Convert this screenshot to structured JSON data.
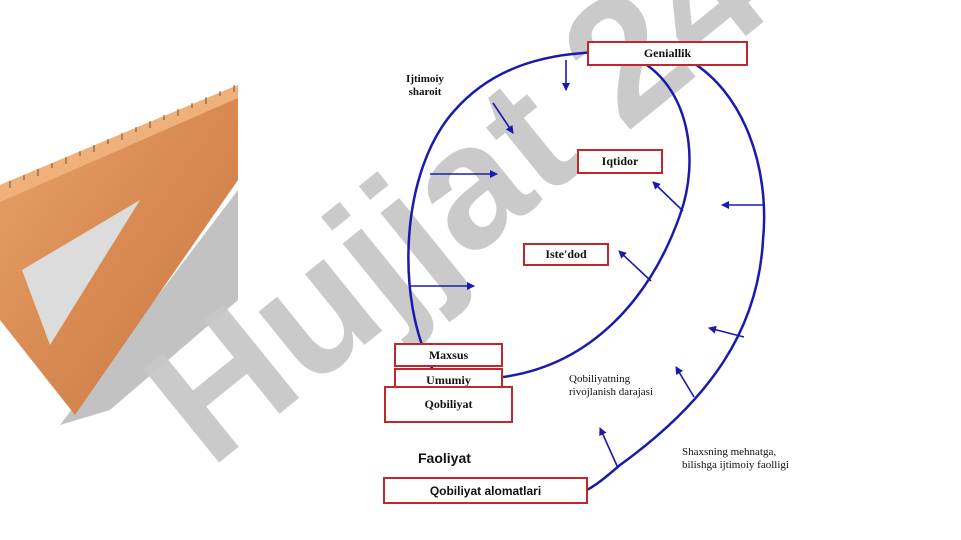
{
  "diagram": {
    "boxes": {
      "geniallik": "Geniallik",
      "iqtidor": "Iqtidor",
      "isteddod": "Iste'dod",
      "maxsus": "Maxsus",
      "umumiy": "Umumiy",
      "qobiliyat": "Qobiliyat",
      "alomatlari": "Qobiliyat alomatlari"
    },
    "labels": {
      "ijtimoiy_sharoit": "Ijtimoiy\nsharoit",
      "rivojlanish": "Qobiliyatning\nrivojlanish darajasi",
      "shaxsning": "Shaxsning mehnatga,\nbilishga ijtimoiy faolligi",
      "faoliyat": "Faoliyat"
    },
    "watermark": "Hujjat 24",
    "colors": {
      "curve": "#1a1aad",
      "box_border": "#c0272d",
      "watermark_gray": "#c8c8c8",
      "watermark_violet": "#e2dcf5"
    },
    "decorative_image": "triangle-ruler-icon"
  }
}
